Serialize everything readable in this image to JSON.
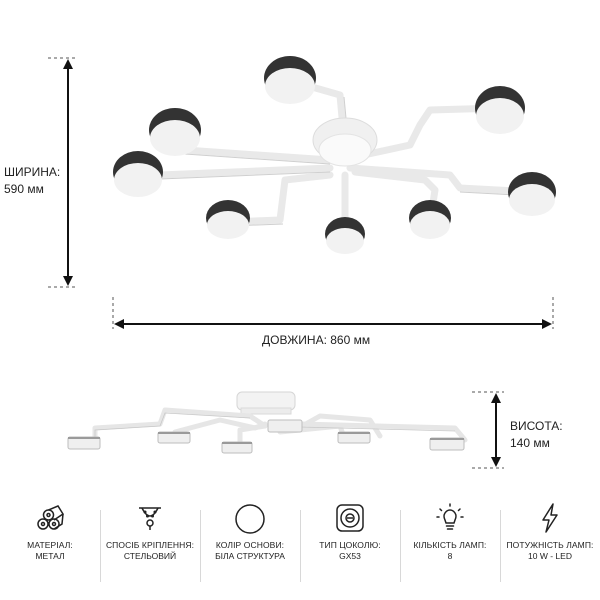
{
  "dimensions": {
    "width_label": "ШИРИНА:",
    "width_value": "590 мм",
    "length_label": "ДОВЖИНА: 860 мм",
    "height_label": "ВИСОТА:",
    "height_value": "140 мм"
  },
  "specs": [
    {
      "icon": "material-icon",
      "label": "МАТЕРІАЛ:",
      "value": "МЕТАЛ"
    },
    {
      "icon": "mount-icon",
      "label": "СПОСІБ КРІПЛЕННЯ:",
      "value": "СТЕЛЬОВИЙ"
    },
    {
      "icon": "color-circle-icon",
      "label": "КОЛІР ОСНОВИ:",
      "value": "БІЛА СТРУКТУРА"
    },
    {
      "icon": "socket-icon",
      "label": "ТИП ЦОКОЛЮ:",
      "value": "GX53"
    },
    {
      "icon": "bulb-icon",
      "label": "КІЛЬКІСТЬ ЛАМП:",
      "value": "8"
    },
    {
      "icon": "lightning-icon",
      "label": "ПОТУЖНІСТЬ ЛАМП:",
      "value": "10 W - LED"
    }
  ]
}
